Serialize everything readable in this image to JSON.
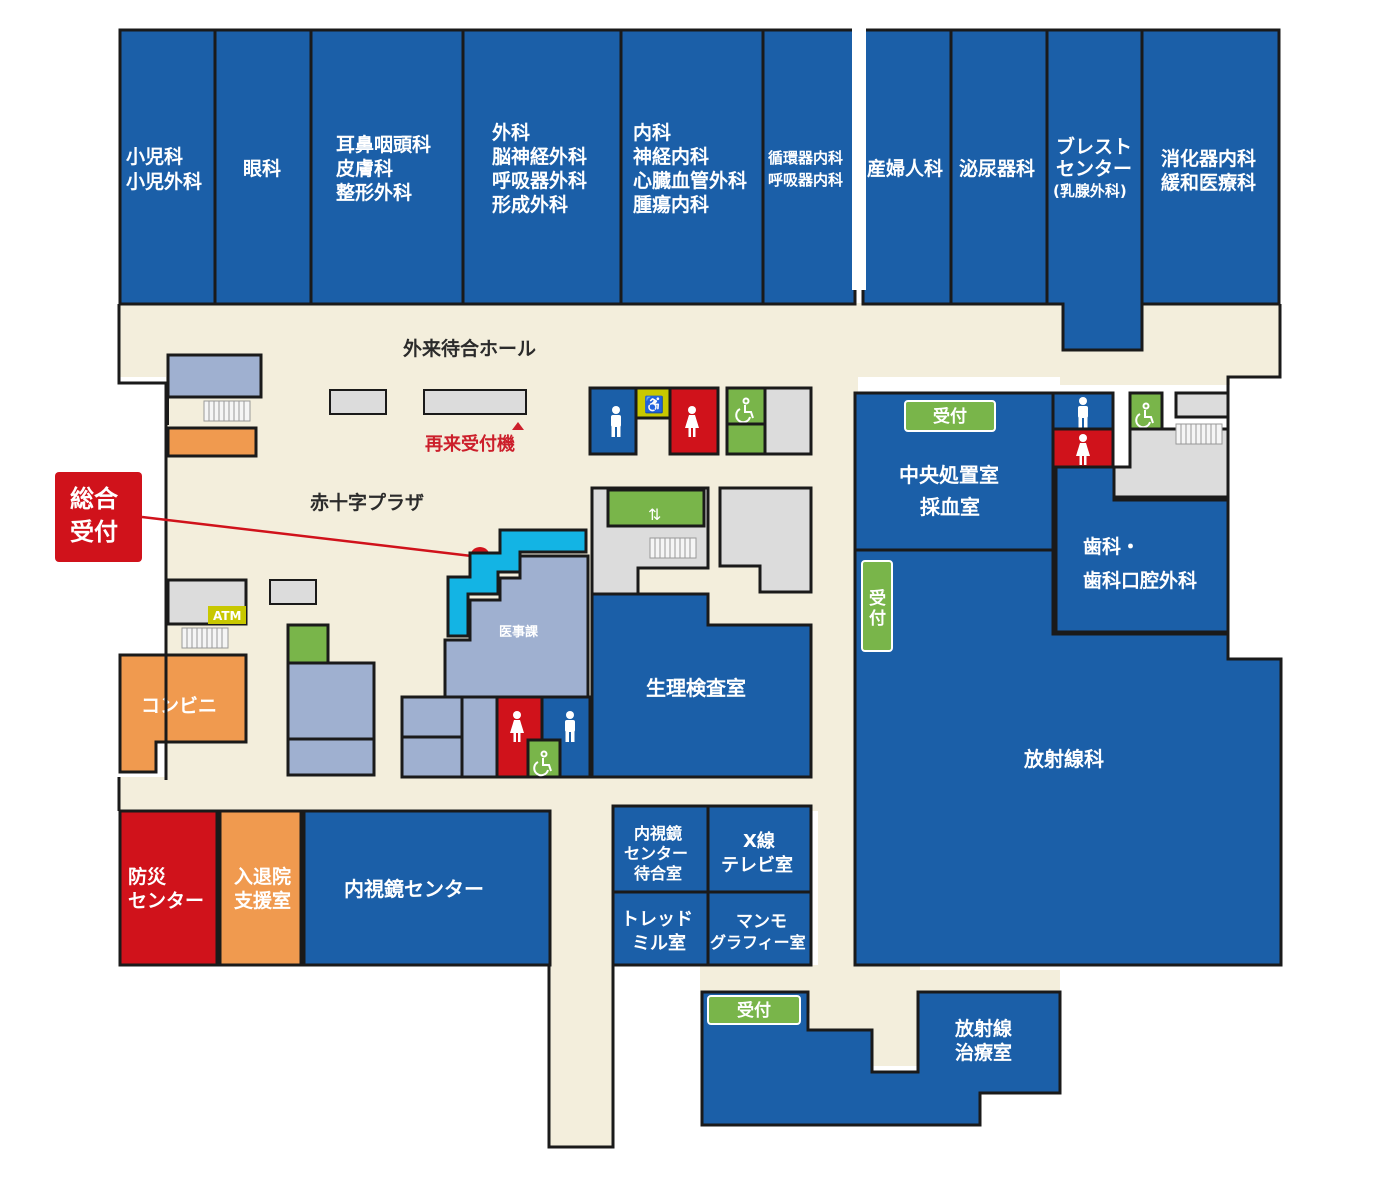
{
  "colors": {
    "dept": "#1b5fa8",
    "corridor": "#f3eedc",
    "orange": "#f09a4f",
    "red": "#d0121b",
    "green": "#79b54a",
    "lightblue": "#9fb0d0",
    "gray": "#dcdcdc",
    "cyan": "#13b4e4",
    "atm": "#c8c800"
  },
  "departments": {
    "pediatrics": [
      "小児科",
      "小児外科"
    ],
    "ophthalmology": [
      "眼科"
    ],
    "ent": [
      "耳鼻咽頭科",
      "皮膚科",
      "整形外科"
    ],
    "surgery": [
      "外科",
      "脳神経外科",
      "呼吸器外科",
      "形成外科"
    ],
    "internal": [
      "内科",
      "神経内科",
      "心臓血管外科",
      "腫瘍内科"
    ],
    "cardio": [
      "循環器内科",
      "呼吸器内科"
    ],
    "obgyn": [
      "産婦人科"
    ],
    "urology": [
      "泌尿器科"
    ],
    "breast": [
      "ブレスト",
      "センター",
      "(乳腺外科)"
    ],
    "gastro": [
      "消化器内科",
      "緩和医療科"
    ]
  },
  "areas": {
    "waiting_hall": "外来待合ホール",
    "plaza": "赤十字プラザ",
    "revisit_machine": "再来受付機",
    "main_reception": [
      "総合",
      "受付"
    ],
    "medical_affairs": "医事課",
    "atm": "ATM",
    "convenience": "コンビニ",
    "disaster": [
      "防災",
      "センター"
    ],
    "admission": [
      "入退院",
      "支援室"
    ],
    "endoscopy": "内視鏡センター",
    "endo_waiting": [
      "内視鏡",
      "センター",
      "待合室"
    ],
    "xray_tv": [
      "X線",
      "テレビ室"
    ],
    "treadmill": [
      "トレッド",
      "ミル室"
    ],
    "mammo": [
      "マンモ",
      "グラフィー室"
    ],
    "physiology": "生理検査室",
    "central_treatment": [
      "中央処置室",
      "採血室"
    ],
    "dental": [
      "歯科・",
      "歯科口腔外科"
    ],
    "radiology": "放射線科",
    "radiotherapy": [
      "放射線",
      "治療室"
    ],
    "reception": "受付",
    "reception_vertical": [
      "受",
      "付"
    ]
  },
  "icons": [
    "male-toilet-icon",
    "female-toilet-icon",
    "accessible-toilet-icon",
    "baby-care-icon",
    "elevator-icon",
    "stairs-icon"
  ]
}
